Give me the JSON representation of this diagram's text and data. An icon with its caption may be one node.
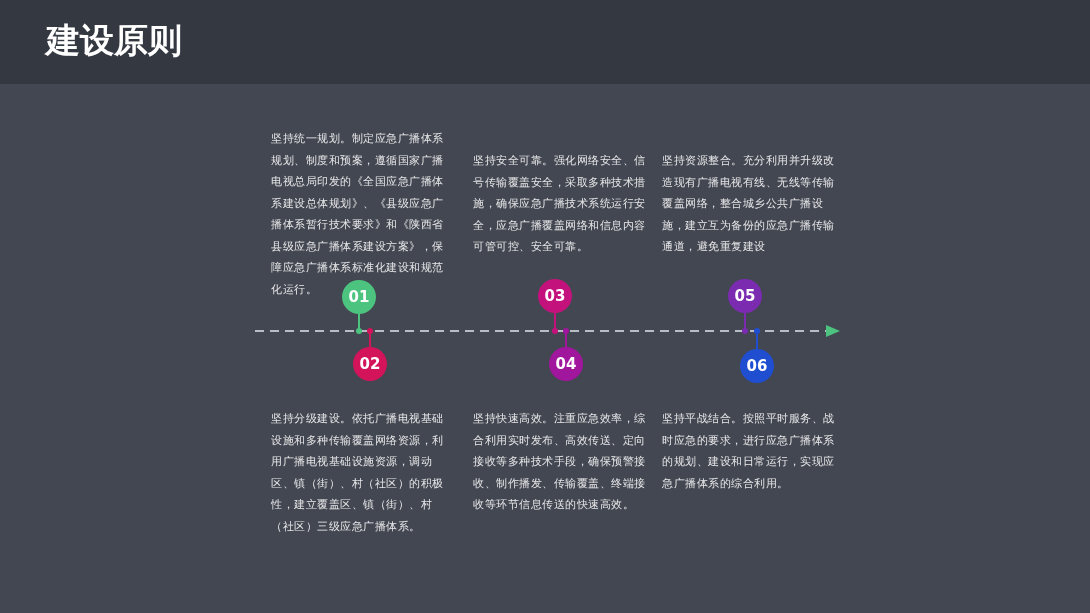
{
  "diagram": {
    "title": "建设原则",
    "nodes": [
      {
        "text": [
          "01"
        ],
        "beside": [
          "坚持统一规划。制定应急广播体系规划、制度和预案，遵循国家广播电视总局印发的《全国应急广播体系建设总体规划》、《县级应急广播体系暂行技术要求》和《陕西省县级应急广播体系建设方案》，保障应急广播体系标准化建设和规范化运行。"
        ]
      },
      {
        "text": [
          "02"
        ],
        "beside": [
          "坚持分级建设。依托广播电视基础设施和多种传输覆盖网络资源，利用广播电视基础设施资源，调动区、镇（街）、村（社区）的积极性，建立覆盖区、镇（街）、村（社区）三级应急广播体系。"
        ]
      },
      {
        "text": [
          "03"
        ],
        "beside": [
          "坚持安全可靠。强化网络安全、信号传输覆盖安全，采取多种技术措施，确保应急广播技术系统运行安全，应急广播覆盖网络和信息内容可管可控、安全可靠。"
        ]
      },
      {
        "text": [
          "04"
        ],
        "beside": [
          "坚持快速高效。注重应急效率，综合利用实时发布、高效传送、定向接收等多种技术手段，确保预警接收、制作播发、传输覆盖、终端接收等环节信息传送的快速高效。"
        ]
      },
      {
        "text": [
          "05"
        ],
        "beside": [
          "坚持资源整合。充分利用并升级改造现有广播电视有线、无线等传输覆盖网络，整合城乡公共广播设施，建立互为备份的应急广播传输通道，避免重复建设"
        ]
      },
      {
        "text": [
          "06"
        ],
        "beside": [
          "坚持平战结合。按照平时服务、战时应急的要求，进行应急广播体系的规划、建设和日常运行，实现应急广播体系的综合利用。"
        ]
      }
    ]
  }
}
